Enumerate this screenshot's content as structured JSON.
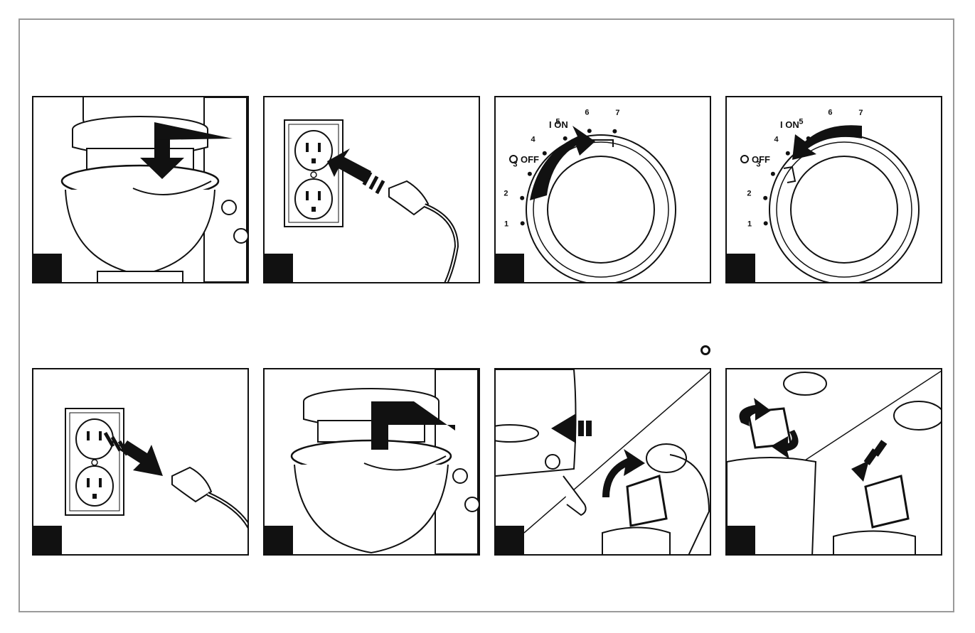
{
  "dial_a": {
    "on_label": "I ON",
    "off_label": "OFF",
    "speeds": [
      "1",
      "2",
      "3",
      "4",
      "5",
      "6",
      "7"
    ]
  },
  "dial_b": {
    "on_label": "I ON",
    "off_label": "OFF",
    "speeds": [
      "1",
      "2",
      "3",
      "4",
      "5",
      "6",
      "7"
    ]
  },
  "icons": {
    "panel_1": "lower-mixer-head-illustration",
    "panel_2": "plug-in-outlet-illustration",
    "panel_3": "speed-dial-turn-on-illustration",
    "panel_4": "speed-dial-turn-off-illustration",
    "panel_5": "unplug-outlet-illustration",
    "panel_6": "raise-mixer-head-illustration",
    "panel_7": "release-button-remove-beater-illustration",
    "panel_8": "attach-beater-illustration"
  },
  "colors": {
    "ink": "#111111",
    "frame": "#9a9a9a",
    "paper": "#ffffff"
  }
}
